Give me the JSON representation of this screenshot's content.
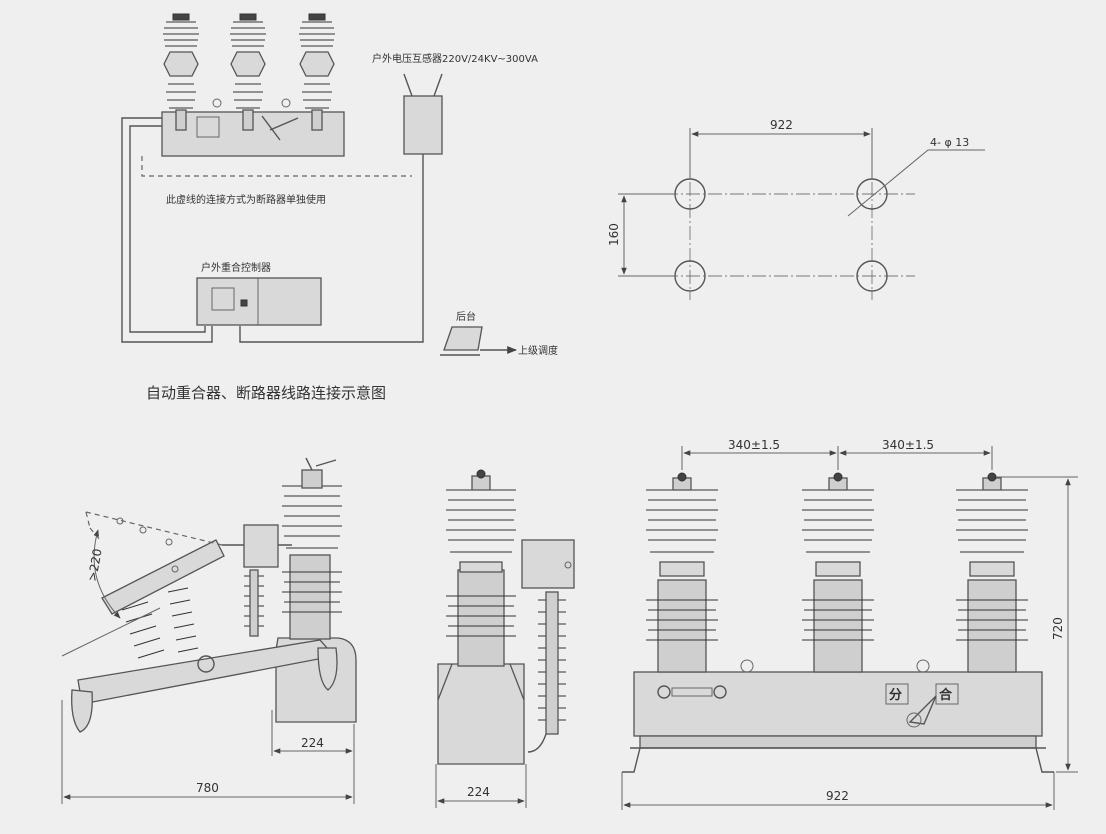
{
  "wiring": {
    "pt_label": "户外电压互感器220V/24KV~300VA",
    "dashed_note": "此虚线的连接方式为断路器单独使用",
    "controller_label": "户外重合控制器",
    "backend_label": "后台",
    "upper_label": "上级调度",
    "caption": "自动重合器、断路器线路连接示意图"
  },
  "mounting": {
    "width_dim": "922",
    "height_dim": "160",
    "hole_label": "4- φ 13"
  },
  "side_view": {
    "angle_dim": ">220",
    "depth_dim": "224",
    "total_dim": "780"
  },
  "end_view": {
    "depth_dim": "224"
  },
  "front_view": {
    "pitch_left": "340±1.5",
    "pitch_right": "340±1.5",
    "height_dim": "720",
    "width_dim": "922",
    "open_label": "分",
    "close_label": "合"
  }
}
